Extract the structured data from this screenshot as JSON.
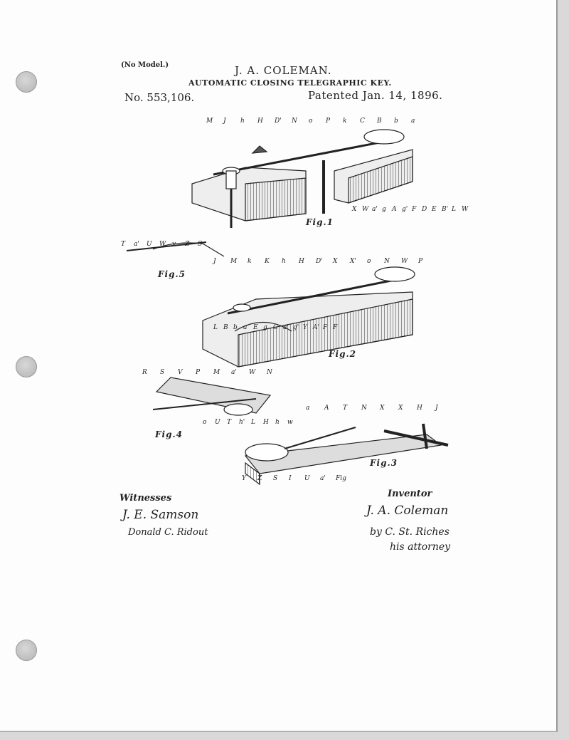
{
  "header": {
    "no_model": "(No Model.)",
    "inventor_name": "J. A. COLEMAN.",
    "title": "AUTOMATIC CLOSING TELEGRAPHIC KEY.",
    "patent_number": "No. 553,106.",
    "patent_date": "Patented Jan. 14, 1896."
  },
  "figures": {
    "fig1": "Fig.1",
    "fig2": "Fig.2",
    "fig3": "Fig.3",
    "fig4": "Fig.4",
    "fig5": "Fig.5"
  },
  "references": {
    "fig1": [
      "M",
      "J",
      "h",
      "H",
      "D'",
      "N",
      "o",
      "P",
      "k",
      "C",
      "B",
      "b",
      "a",
      "X",
      "W",
      "a'",
      "g",
      "A",
      "g'",
      "F",
      "D",
      "E",
      "B'",
      "L",
      "W"
    ],
    "fig2": [
      "J",
      "M",
      "k",
      "K",
      "h",
      "H",
      "D'",
      "X",
      "X'",
      "o",
      "N",
      "W",
      "P",
      "L",
      "B",
      "b",
      "a",
      "E",
      "g",
      "C",
      "a'",
      "g'",
      "Y",
      "A'",
      "F",
      "F"
    ],
    "fig3": [
      "a",
      "A",
      "T",
      "N",
      "X",
      "X",
      "H",
      "J",
      "Y",
      "Z",
      "S",
      "I",
      "U",
      "a'",
      "Fig"
    ],
    "fig4": [
      "R",
      "S",
      "V",
      "P",
      "M",
      "a'",
      "W",
      "N",
      "o",
      "U",
      "T",
      "h'",
      "L",
      "H",
      "h",
      "w"
    ],
    "fig5": [
      "T",
      "a'",
      "U",
      "W",
      "v",
      "Z",
      "S"
    ]
  },
  "signatures": {
    "witnesses_label": "Witnesses",
    "witness_1": "J. E. Samson",
    "witness_2": "Donald C. Ridout",
    "inventor_label": "Inventor",
    "inventor_signature": "J. A. Coleman",
    "attorney_line": "by C. St. Riches",
    "attorney_role": "his attorney"
  }
}
